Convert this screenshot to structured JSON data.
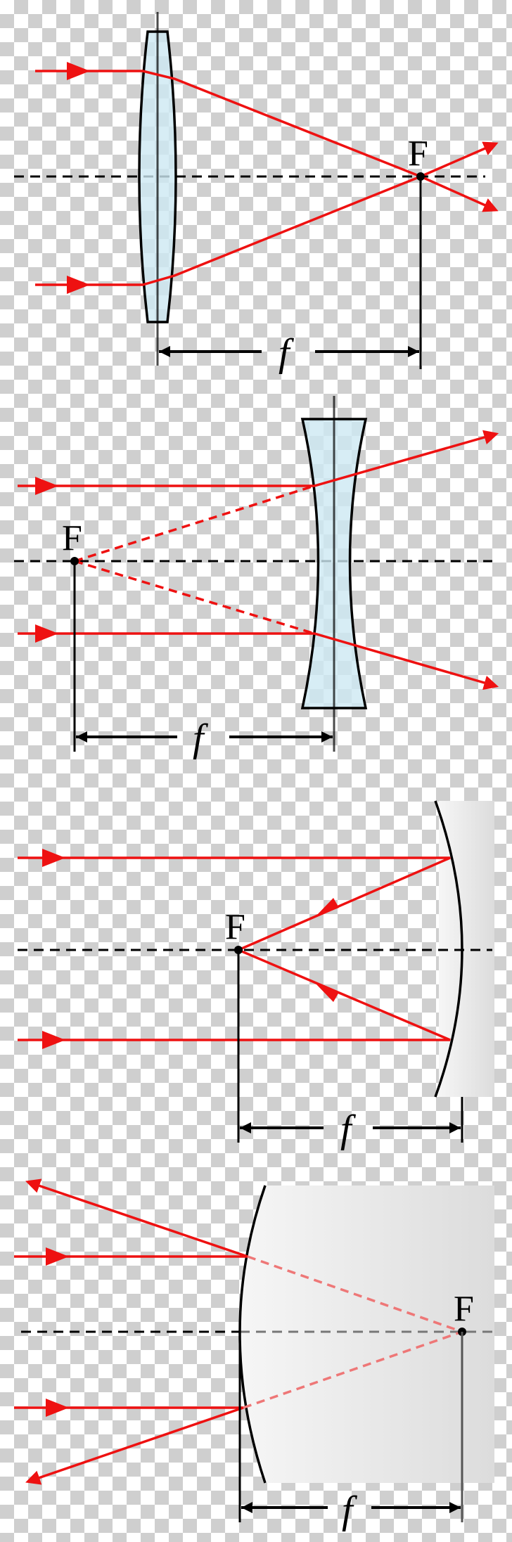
{
  "colors": {
    "ray": "#ee1111",
    "virtual_ray": "#ee7777",
    "lens_fill": "#cde8f2",
    "mirror_fill": "#e8e8e8",
    "line": "#000000"
  },
  "panels": [
    {
      "type": "converging-lens",
      "focus_label": "F",
      "focal_length_label": "f"
    },
    {
      "type": "diverging-lens",
      "focus_label": "F",
      "focal_length_label": "f"
    },
    {
      "type": "concave-mirror",
      "focus_label": "F",
      "focal_length_label": "f"
    },
    {
      "type": "convex-mirror",
      "focus_label": "F",
      "focal_length_label": "f"
    }
  ]
}
